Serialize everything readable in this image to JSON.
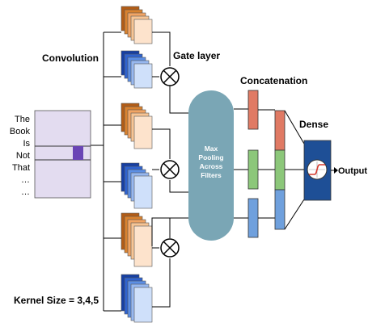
{
  "labels": {
    "convolution": "Convolution",
    "gate_layer": "Gate layer",
    "concatenation": "Concatenation",
    "dense": "Dense",
    "output": "Output",
    "kernel_size": "Kernel Size = 3,4,5",
    "pooling_line1": "Max",
    "pooling_line2": "Pooling",
    "pooling_line3": "Across",
    "pooling_line4": "Filters"
  },
  "input_words": [
    "The",
    "Book",
    "Is",
    "Not",
    "That",
    "…",
    "…"
  ],
  "colors": {
    "input_matrix": "#e3dcf0",
    "input_highlight": "#6a45b5",
    "orange_filters": [
      "#b25c16",
      "#d9822f",
      "#f2a564",
      "#f7c595",
      "#fde3cc"
    ],
    "blue_filters": [
      "#163fa3",
      "#2f63cf",
      "#5c8fe5",
      "#97b8f0",
      "#cfe0fa"
    ],
    "pooling": "#7aa6b5",
    "concat_red": "#e07a64",
    "concat_green": "#8cc77a",
    "concat_blue": "#6fa0dd",
    "dense": "#1e4f96"
  }
}
